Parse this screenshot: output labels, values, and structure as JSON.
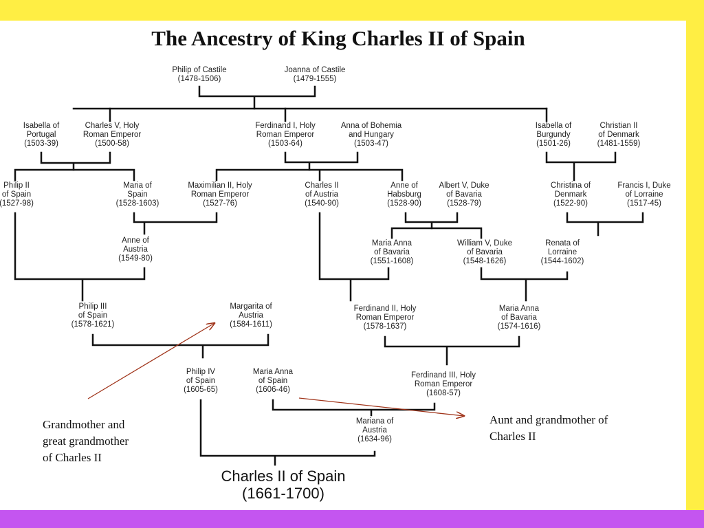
{
  "title": "The Ancestry of King Charles II of Spain",
  "people": {
    "philip_castile": {
      "name": "Philip of Castile",
      "years": "(1478-1506)"
    },
    "joanna_castile": {
      "name": "Joanna of Castile",
      "years": "(1479-1555)"
    },
    "isabella_portugal": {
      "name1": "Isabella of",
      "name2": "Portugal",
      "years": "(1503-39)"
    },
    "charles_v": {
      "name1": "Charles V, Holy",
      "name2": "Roman Emperor",
      "years": "(1500-58)"
    },
    "ferdinand_i": {
      "name1": "Ferdinand I, Holy",
      "name2": "Roman Emperor",
      "years": "(1503-64)"
    },
    "anna_bohemia": {
      "name1": "Anna of Bohemia",
      "name2": "and Hungary",
      "years": "(1503-47)"
    },
    "isabella_burgundy": {
      "name1": "Isabella of",
      "name2": "Burgundy",
      "years": "(1501-26)"
    },
    "christian_ii": {
      "name1": "Christian II",
      "name2": "of Denmark",
      "years": "(1481-1559)"
    },
    "philip_ii": {
      "name1": "Philip II",
      "name2": "of Spain",
      "years": "(1527-98)"
    },
    "maria_spain": {
      "name1": "Maria of",
      "name2": "Spain",
      "years": "(1528-1603)"
    },
    "maximilian_ii": {
      "name1": "Maximilian II, Holy",
      "name2": "Roman Emperor",
      "years": "(1527-76)"
    },
    "charles_ii_austria": {
      "name1": "Charles II",
      "name2": "of Austria",
      "years": "(1540-90)"
    },
    "anne_habsburg": {
      "name1": "Anne of",
      "name2": "Habsburg",
      "years": "(1528-90)"
    },
    "albert_v": {
      "name1": "Albert V, Duke",
      "name2": "of Bavaria",
      "years": "(1528-79)"
    },
    "christina_denmark": {
      "name1": "Christina of",
      "name2": "Denmark",
      "years": "(1522-90)"
    },
    "francis_i": {
      "name1": "Francis I, Duke",
      "name2": "of Lorraine",
      "years": "(1517-45)"
    },
    "anne_austria": {
      "name1": "Anne of",
      "name2": "Austria",
      "years": "(1549-80)"
    },
    "maria_anna_1551": {
      "name1": "Maria Anna",
      "name2": "of Bavaria",
      "years": "(1551-1608)"
    },
    "william_v": {
      "name1": "William V, Duke",
      "name2": "of Bavaria",
      "years": "(1548-1626)"
    },
    "renata": {
      "name1": "Renata of",
      "name2": "Lorraine",
      "years": "(1544-1602)"
    },
    "philip_iii": {
      "name1": "Philip III",
      "name2": "of Spain",
      "years": "(1578-1621)"
    },
    "margarita": {
      "name1": "Margarita of",
      "name2": "Austria",
      "years": "(1584-1611)"
    },
    "ferdinand_ii": {
      "name1": "Ferdinand II, Holy",
      "name2": "Roman Emperor",
      "years": "(1578-1637)"
    },
    "maria_anna_1574": {
      "name1": "Maria Anna",
      "name2": "of Bavaria",
      "years": "(1574-1616)"
    },
    "philip_iv": {
      "name1": "Philip IV",
      "name2": "of Spain",
      "years": "(1605-65)"
    },
    "maria_anna_spain": {
      "name1": "Maria Anna",
      "name2": "of Spain",
      "years": "(1606-46)"
    },
    "ferdinand_iii": {
      "name1": "Ferdinand III, Holy",
      "name2": "Roman Emperor",
      "years": "(1608-57)"
    },
    "mariana": {
      "name1": "Mariana of",
      "name2": "Austria",
      "years": "(1634-96)"
    },
    "charles_ii_spain": {
      "name": "Charles II of Spain",
      "years": "(1661-1700)"
    }
  },
  "annotations": {
    "left": {
      "line1": "Grandmother and",
      "line2": "great grandmother",
      "line3": "of Charles II"
    },
    "right": {
      "line1": "Aunt and grandmother of",
      "line2": "Charles II"
    }
  },
  "colors": {
    "frame_yellow": "#ffee44",
    "frame_purple": "#c455f0",
    "line": "#111111",
    "arrow": "#a0341a"
  }
}
